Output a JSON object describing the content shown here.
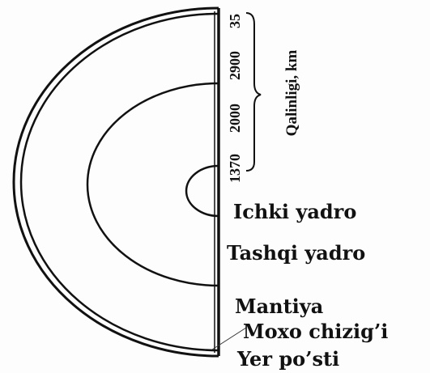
{
  "diagram": {
    "layers": [
      {
        "id": "inner-core",
        "label": "Ichki yadro"
      },
      {
        "id": "outer-core",
        "label": "Tashqi yadro"
      },
      {
        "id": "mantle",
        "label": "Mantiya"
      },
      {
        "id": "moho",
        "label": "Moxo chizig’i"
      },
      {
        "id": "crust",
        "label": "Yer po’sti"
      }
    ],
    "thickness_axis": {
      "title": "Qalinligi, km",
      "values": [
        "35",
        "2900",
        "2000",
        "1370"
      ]
    }
  },
  "colors": {
    "ink": "#111111",
    "paper": "#fdfdfd"
  }
}
